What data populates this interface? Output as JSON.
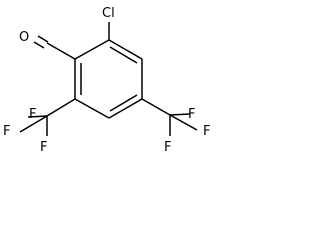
{
  "molecule": {
    "atoms": {
      "chlorine": "Cl",
      "oxygen": "O",
      "fluorine": "F"
    }
  }
}
